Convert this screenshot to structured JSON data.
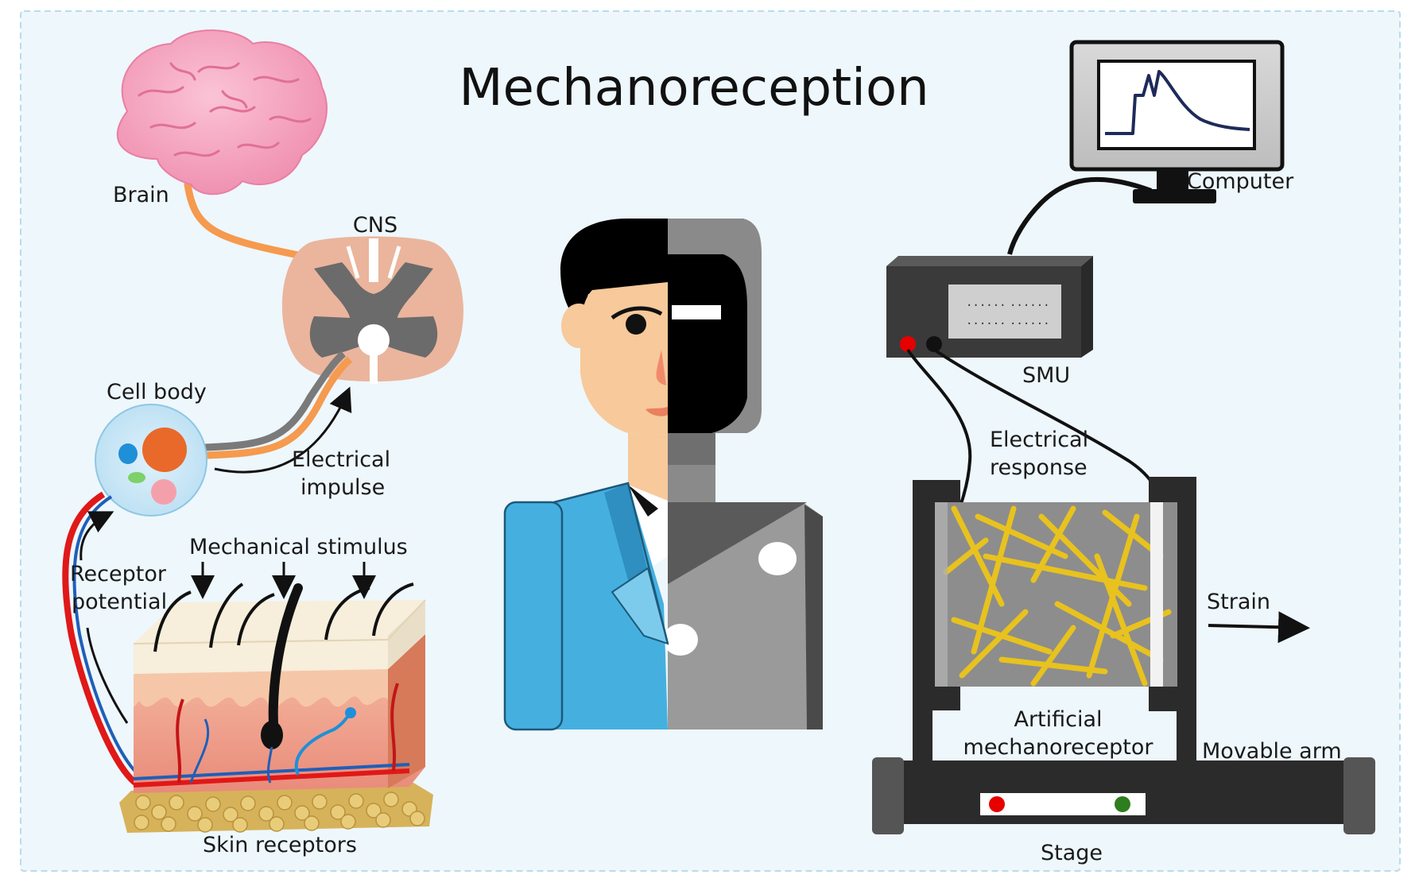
{
  "title": "Mechanoreception",
  "labels": {
    "brain": "Brain",
    "cns": "CNS",
    "cell_body": "Cell body",
    "electrical_impulse_1": "Electrical",
    "electrical_impulse_2": "impulse",
    "mechanical_stimulus": "Mechanical stimulus",
    "receptor_potential_1": "Receptor",
    "receptor_potential_2": "potential",
    "skin_receptors": "Skin receptors",
    "computer": "Computer",
    "smu": "SMU",
    "electrical_response_1": "Electrical",
    "electrical_response_2": "response",
    "strain": "Strain",
    "artificial_1": "Artificial",
    "artificial_2": "mechanoreceptor",
    "movable_arm": "Movable arm",
    "stage": "Stage"
  },
  "colors": {
    "background": "#eef7fc",
    "frame": "#b9dcea",
    "brain": "#f5a3bf",
    "nerve_orange": "#f59a4e",
    "nerve_gray": "#7a7a7a",
    "cns_fill": "#eab59c",
    "gray_matter": "#6b6b6b",
    "blood_red": "#e01818",
    "blood_blue": "#1f5fb8",
    "skin_top": "#f7eedb",
    "dermis": "#f2a58c",
    "fat": "#d6b25a",
    "jacket_blue": "#45b0e0",
    "robot_gray": "#8a8a8a",
    "face_skin": "#f7c99b",
    "device_dark": "#3a3a3a",
    "gold": "#e8c21e",
    "red_dot": "#e60000",
    "green_dot": "#2e7d1e"
  }
}
